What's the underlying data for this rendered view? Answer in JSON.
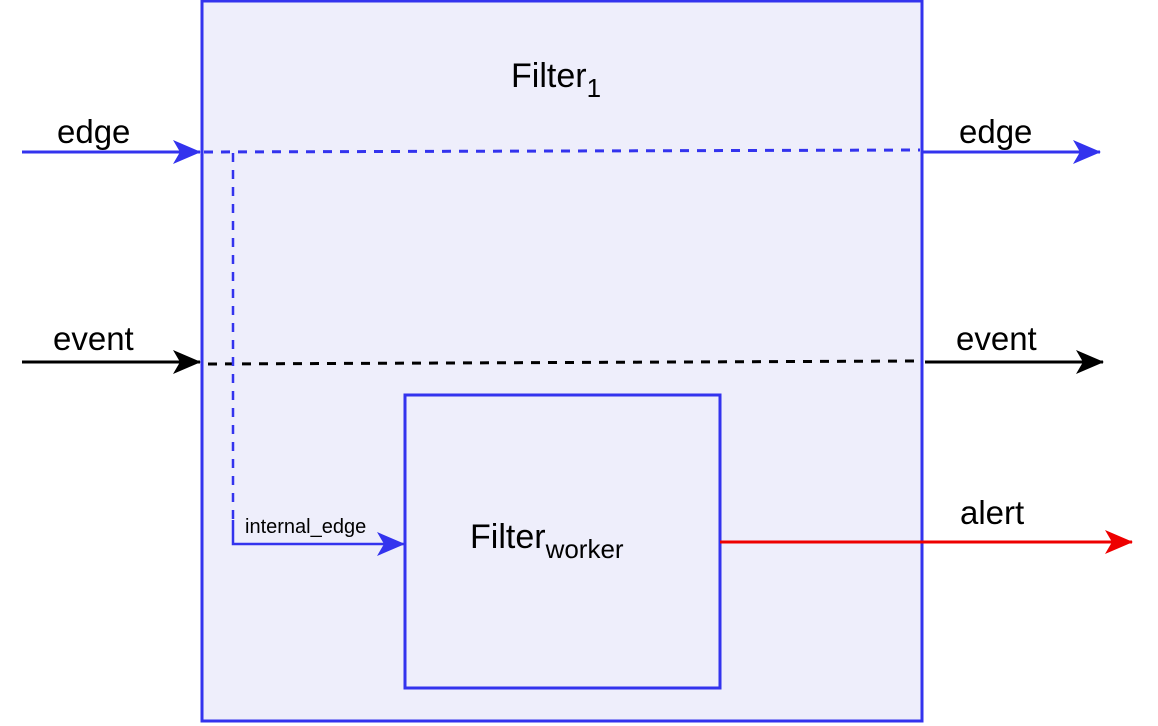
{
  "colors": {
    "blue": "#3333ee",
    "black": "#000000",
    "red": "#ee0000",
    "fill": "#eeeefb"
  },
  "outer_box": {
    "title": "Filter",
    "title_sub": "1"
  },
  "inner_box": {
    "title": "Filter",
    "title_sub": "worker"
  },
  "inputs": {
    "edge": "edge",
    "event": "event"
  },
  "outputs": {
    "edge": "edge",
    "event": "event",
    "alert": "alert"
  },
  "internal_label": "internal_edge"
}
